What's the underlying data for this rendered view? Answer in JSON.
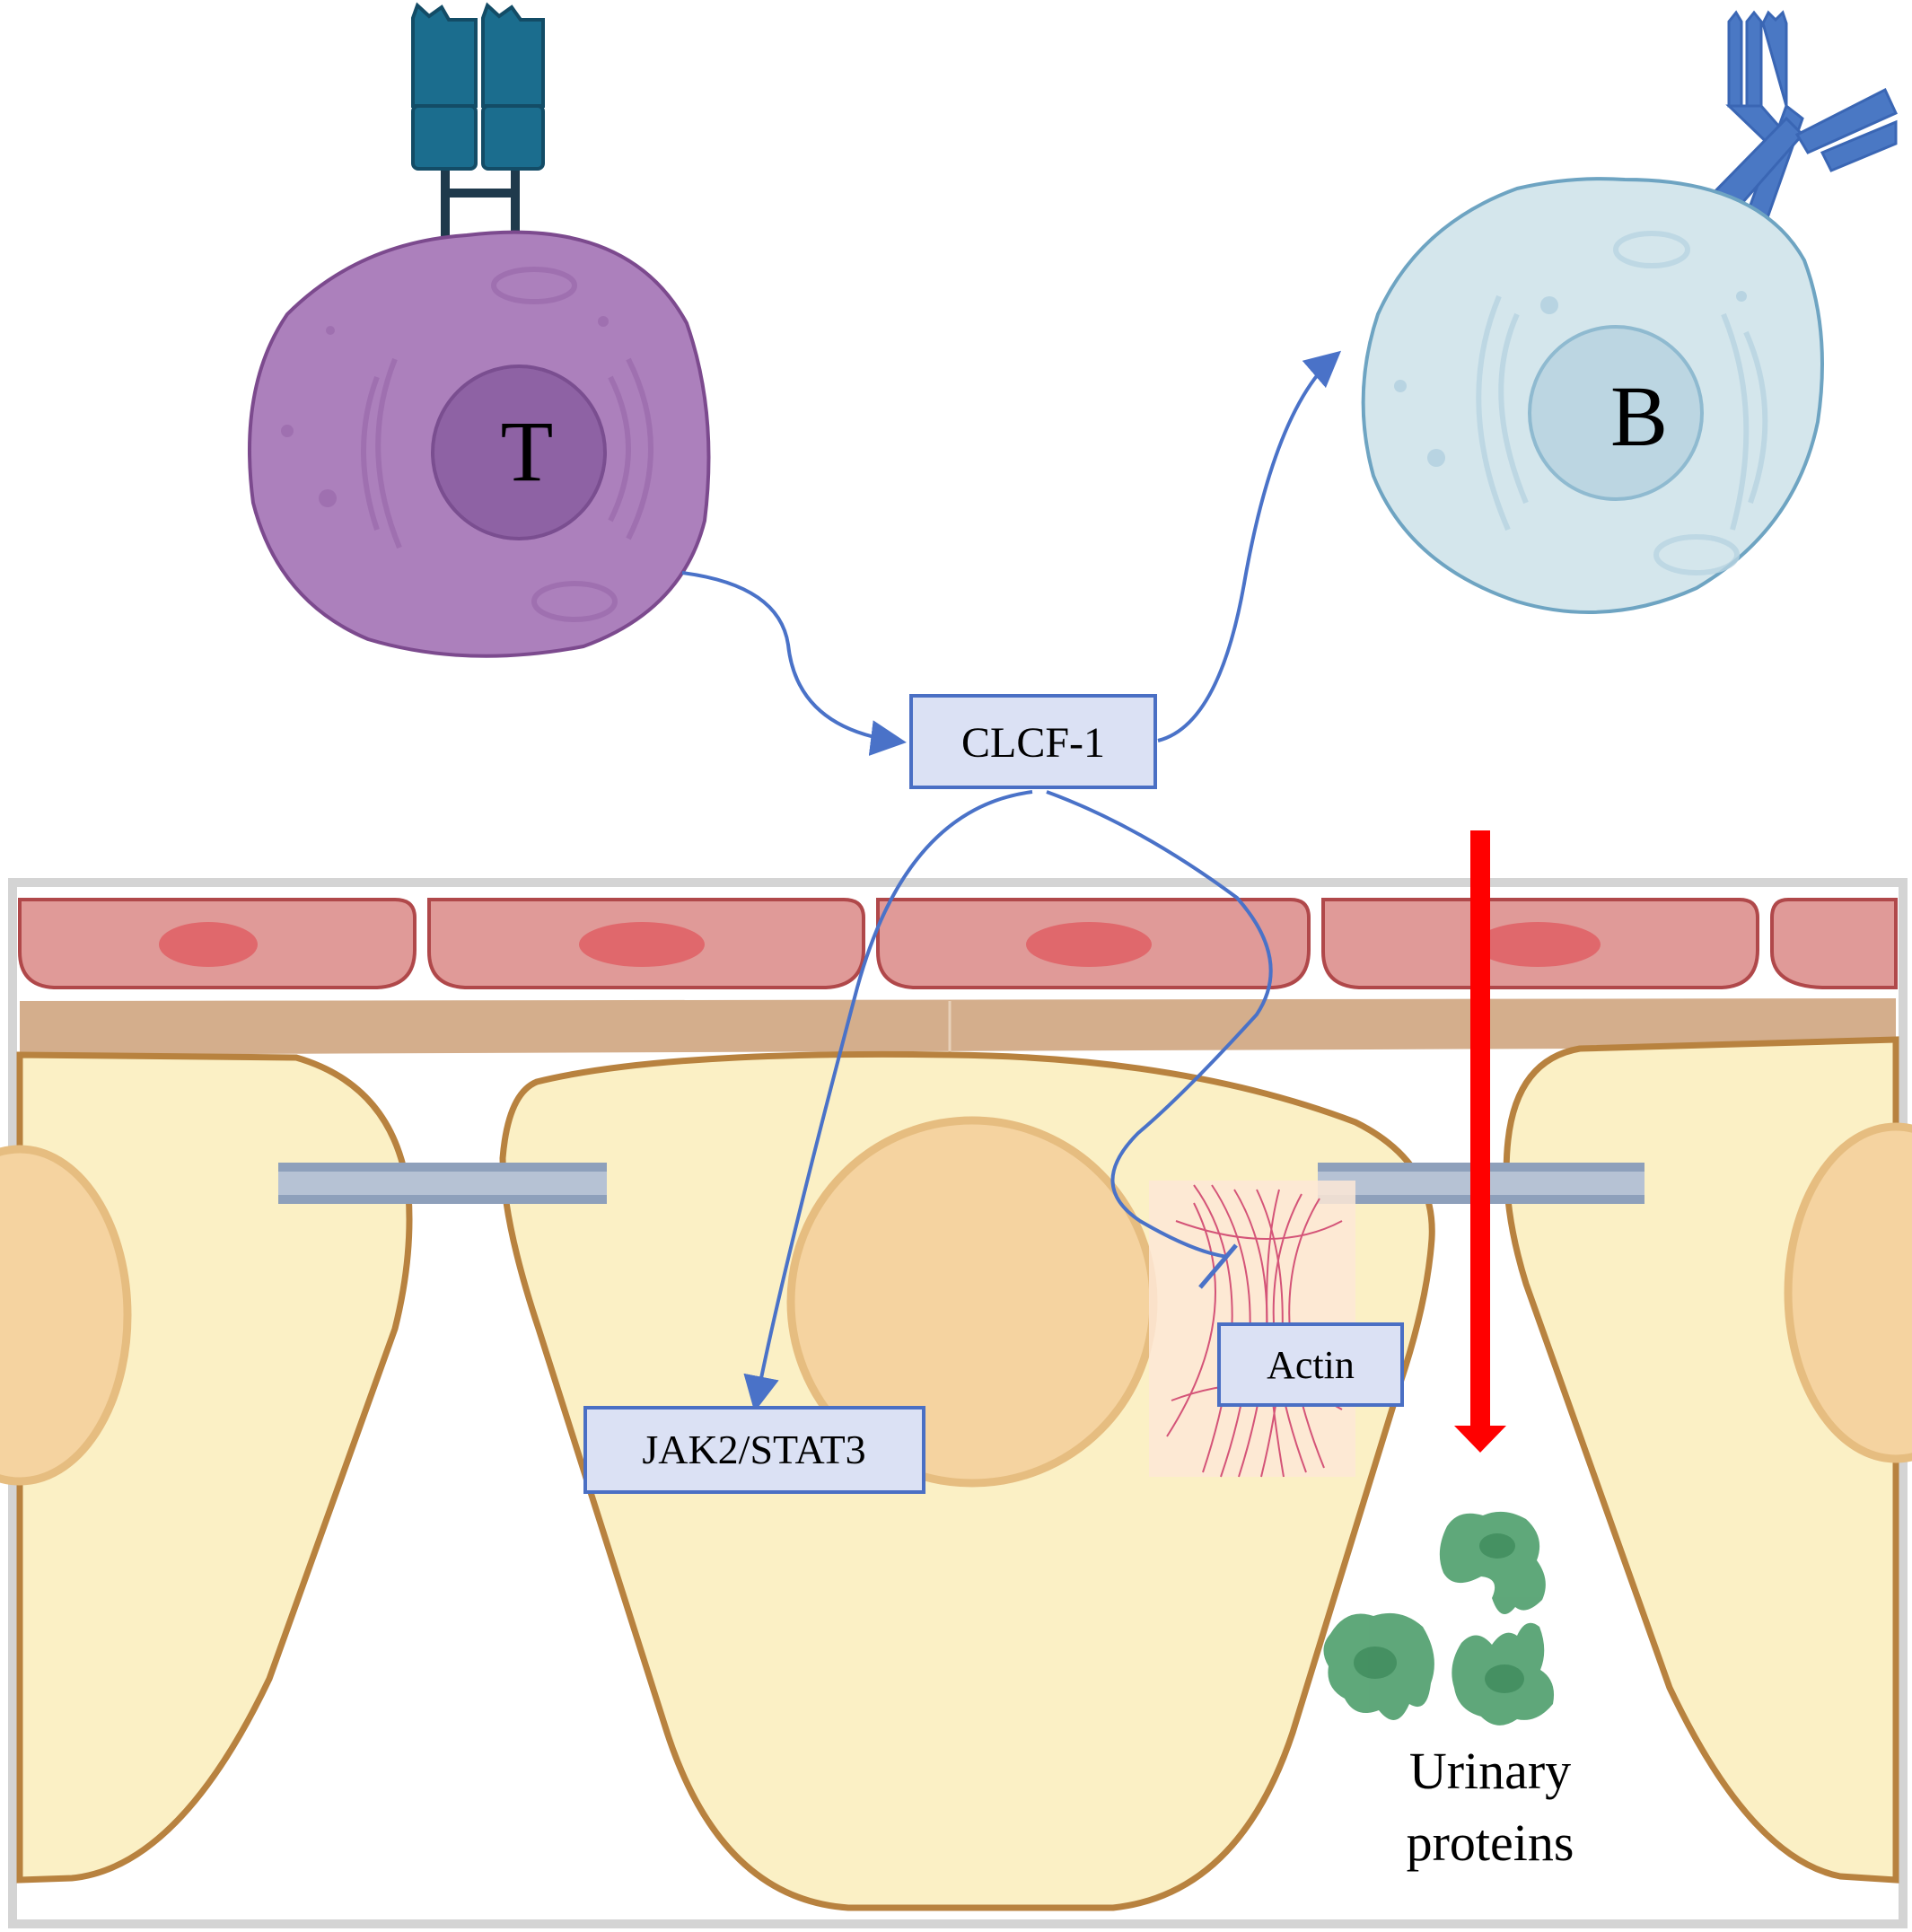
{
  "cells": {
    "t_cell_label": "T",
    "b_cell_label": "B"
  },
  "nodes": {
    "clcf1": "CLCF-1",
    "jak2_stat3": "JAK2/STAT3",
    "actin": "Actin"
  },
  "outcome": {
    "line1": "Urinary",
    "line2": "proteins"
  },
  "colors": {
    "t_cell": "#ac80bc",
    "b_cell": "#d4e6ec",
    "arrow": "#4a72c8",
    "leak_arrow": "#ff0000",
    "protein": "#4e9e6c",
    "podocyte": "#fbf0c5",
    "endothelium": "#e09a98"
  }
}
